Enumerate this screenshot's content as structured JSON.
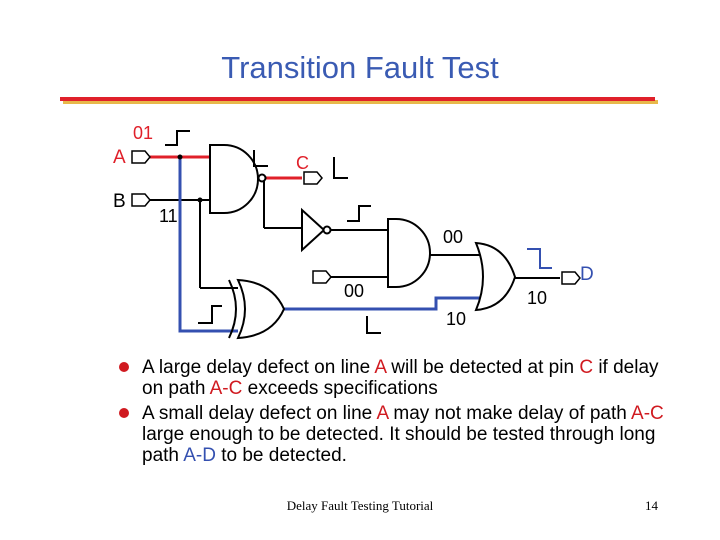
{
  "title": "Transition Fault Test",
  "colors": {
    "title": "#3a5bb3",
    "red_path": "#e0202a",
    "blue_path": "#3450b0",
    "rule": "#e0202a",
    "rule_shadow": "#e8b84a"
  },
  "circuit": {
    "input_a_name": "A",
    "input_a_value": "01",
    "input_b_name": "B",
    "input_b_value": "11",
    "output_c_name": "C",
    "output_d_name": "D",
    "and2_output_value": "00",
    "and2_input_value": "00",
    "or_output_value": "10",
    "xor_output_value": "10"
  },
  "bullets": [
    {
      "segments": [
        {
          "text": "A large delay defect on line ",
          "style": "plain"
        },
        {
          "text": "A",
          "style": "red"
        },
        {
          "text": " will be detected at pin ",
          "style": "plain"
        },
        {
          "text": "C",
          "style": "red"
        },
        {
          "text": " if delay on path ",
          "style": "plain"
        },
        {
          "text": "A-C",
          "style": "red"
        },
        {
          "text": " exceeds specifications",
          "style": "plain"
        }
      ]
    },
    {
      "segments": [
        {
          "text": "A small delay defect on line ",
          "style": "plain"
        },
        {
          "text": "A",
          "style": "red"
        },
        {
          "text": " may not make delay of path ",
          "style": "plain"
        },
        {
          "text": "A-C",
          "style": "red"
        },
        {
          "text": " large enough to be detected.  It should be tested through long path ",
          "style": "plain"
        },
        {
          "text": "A-D",
          "style": "blue"
        },
        {
          "text": " to be detected.",
          "style": "plain"
        }
      ]
    }
  ],
  "footer": "Delay Fault Testing Tutorial",
  "page_number": "14"
}
